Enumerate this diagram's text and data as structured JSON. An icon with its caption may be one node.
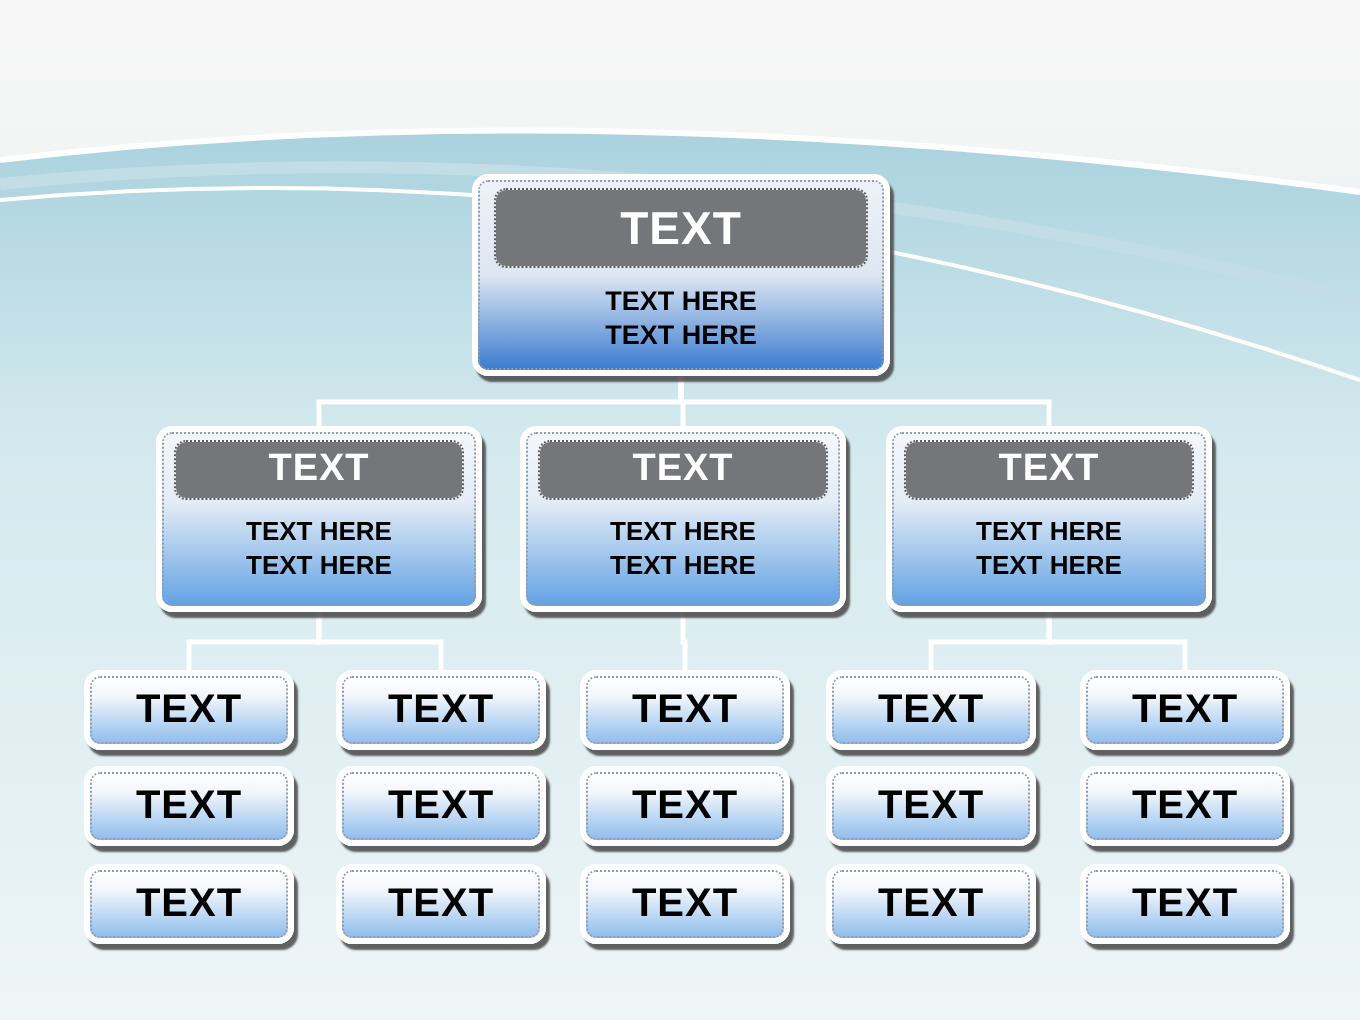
{
  "diagram": {
    "nodes": [
      {
        "text": [
          "TEXT",
          "TEXT HERE TEXT HERE"
        ]
      },
      {
        "text": [
          "TEXT",
          "TEXT HERE TEXT HERE"
        ]
      },
      {
        "text": [
          "TEXT",
          "TEXT HERE TEXT HERE"
        ]
      },
      {
        "text": [
          "TEXT",
          "TEXT HERE TEXT HERE"
        ]
      },
      {
        "text": [
          "TEXT"
        ]
      },
      {
        "text": [
          "TEXT"
        ]
      },
      {
        "text": [
          "TEXT"
        ]
      },
      {
        "text": [
          "TEXT"
        ]
      },
      {
        "text": [
          "TEXT"
        ]
      },
      {
        "text": [
          "TEXT"
        ]
      },
      {
        "text": [
          "TEXT"
        ]
      },
      {
        "text": [
          "TEXT"
        ]
      },
      {
        "text": [
          "TEXT"
        ]
      },
      {
        "text": [
          "TEXT"
        ]
      },
      {
        "text": [
          "TEXT"
        ]
      },
      {
        "text": [
          "TEXT"
        ]
      },
      {
        "text": [
          "TEXT"
        ]
      },
      {
        "text": [
          "TEXT"
        ]
      },
      {
        "text": [
          "TEXT"
        ]
      }
    ],
    "edges": [
      {
        "from": 0,
        "to": 1,
        "arrow": "none"
      },
      {
        "from": 0,
        "to": 2,
        "arrow": "none"
      },
      {
        "from": 0,
        "to": 3,
        "arrow": "none"
      },
      {
        "from": 1,
        "to": 4,
        "arrow": "none"
      },
      {
        "from": 1,
        "to": 5,
        "arrow": "none"
      },
      {
        "from": 2,
        "to": 6,
        "arrow": "none"
      },
      {
        "from": 3,
        "to": 7,
        "arrow": "none"
      },
      {
        "from": 3,
        "to": 8,
        "arrow": "none"
      }
    ]
  }
}
